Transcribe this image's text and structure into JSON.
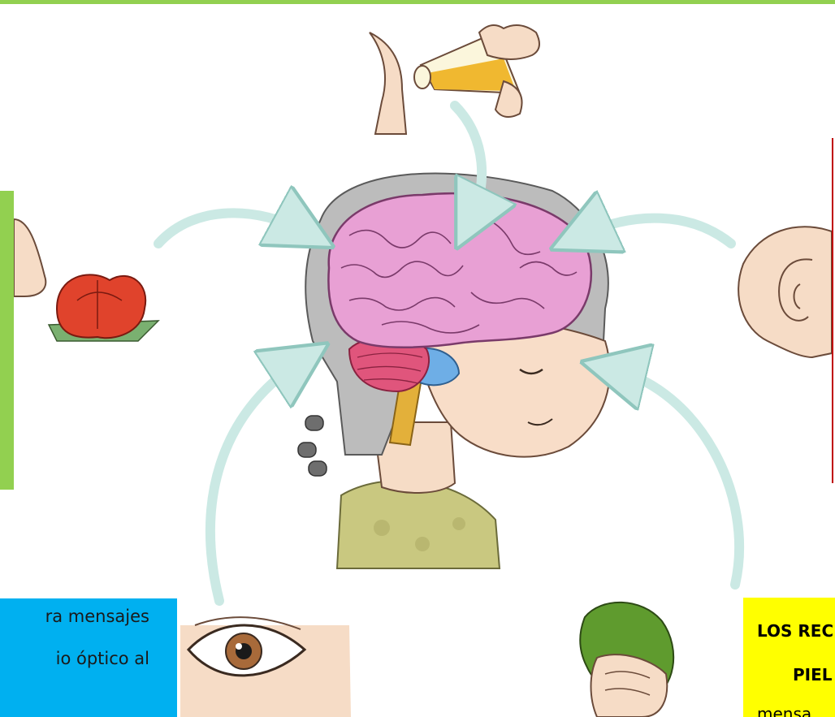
{
  "senses": [
    "taste",
    "smell",
    "hearing",
    "sight",
    "touch"
  ],
  "texts": {
    "sight_box": {
      "line1": "ra mensajes",
      "line2": "io óptico al"
    },
    "touch_box": {
      "line1": "LOS REC",
      "line2": "PIEL",
      "line3": "mensa"
    }
  },
  "colors": {
    "smell_box": "#92d050",
    "sight_box": "#00b0f0",
    "touch_box": "#ffff00",
    "hearing_border": "#c00000",
    "arrows": "#cbe9e4"
  }
}
